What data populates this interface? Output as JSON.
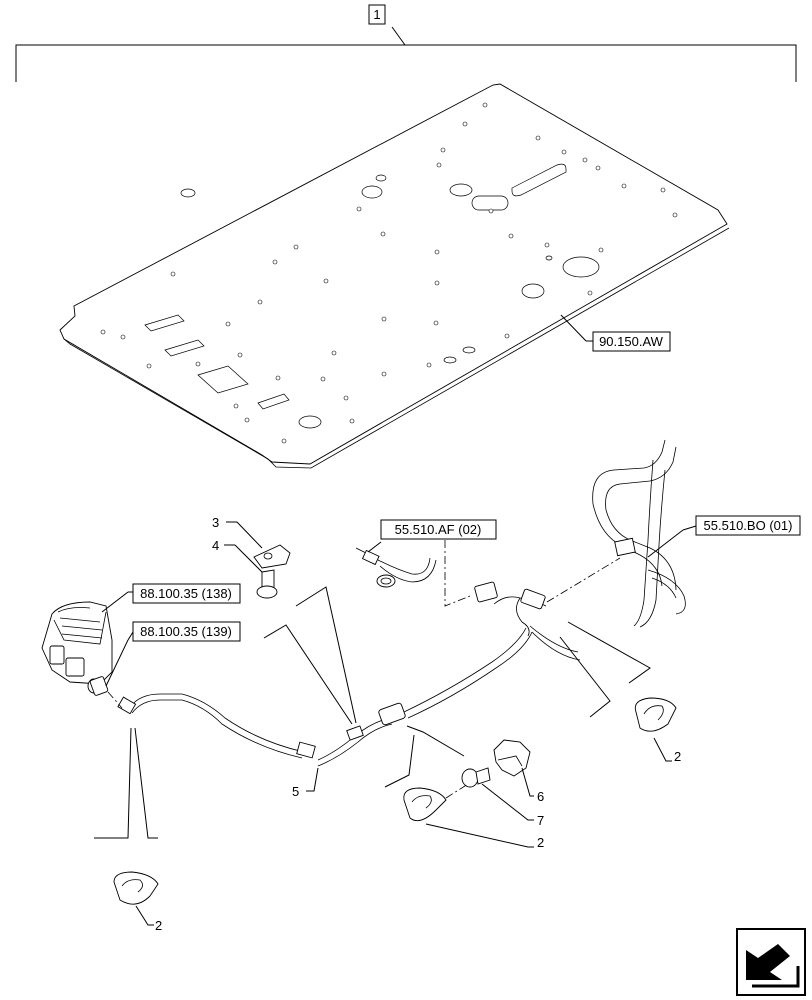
{
  "assembly": {
    "number": "1"
  },
  "references": {
    "floor_plate": "90.150.AW",
    "connector_af": "55.510.AF (02)",
    "connector_bo": "55.510.BO (01)",
    "valve_138": "88.100.35 (138)",
    "valve_139": "88.100.35 (139)"
  },
  "callouts": {
    "bracket": "3",
    "screw": "4",
    "harness": "5",
    "clip": "6",
    "bolt": "7",
    "grommet_right": "2",
    "grommet_mid": "2",
    "grommet_left": "2"
  },
  "icons": {
    "nav": "next-page-arrow-icon"
  }
}
